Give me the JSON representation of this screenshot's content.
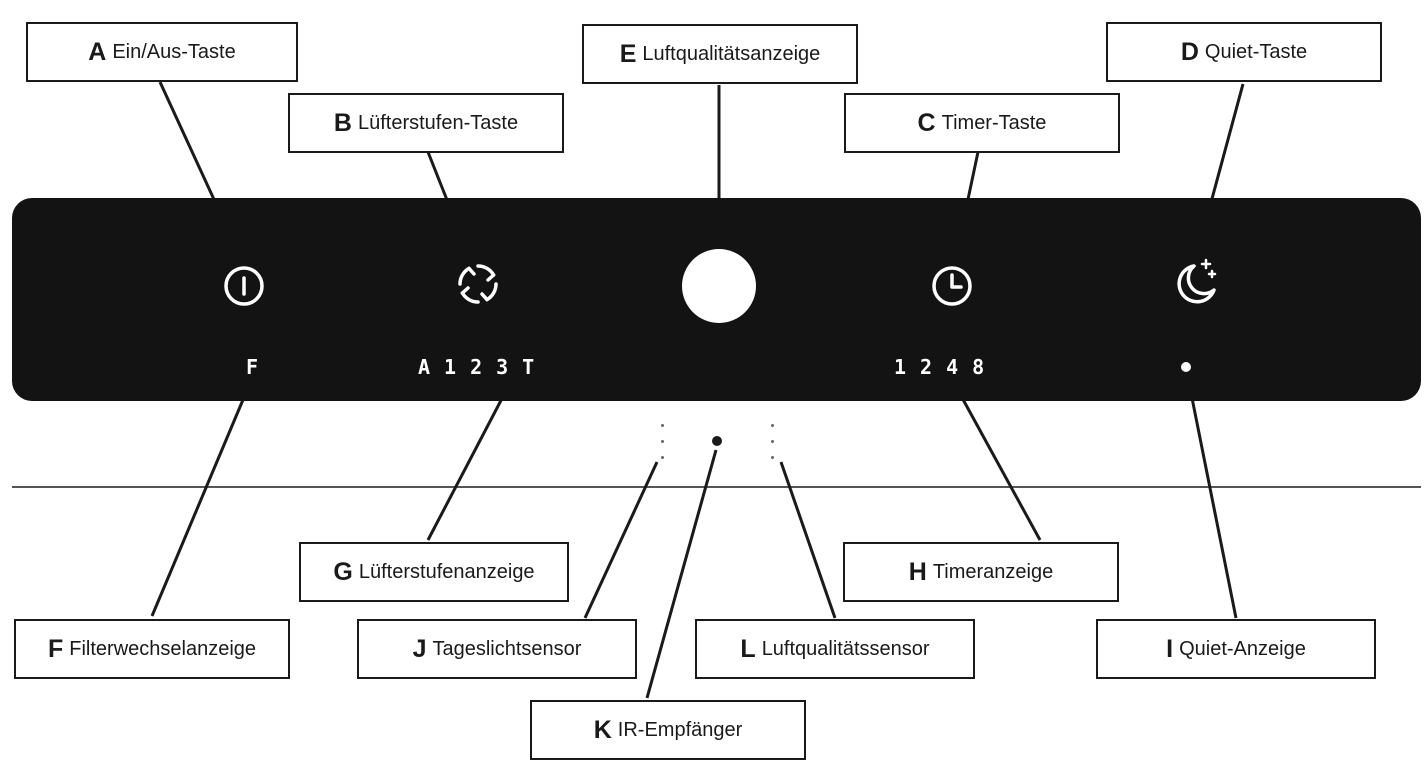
{
  "callouts": {
    "a": {
      "letter": "A",
      "text": "Ein/Aus-Taste"
    },
    "b": {
      "letter": "B",
      "text": "Lüfterstufen-Taste"
    },
    "c": {
      "letter": "C",
      "text": "Timer-Taste"
    },
    "d": {
      "letter": "D",
      "text": "Quiet-Taste"
    },
    "e": {
      "letter": "E",
      "text": "Luftqualitätsanzeige"
    },
    "f": {
      "letter": "F",
      "text": "Filterwechselanzeige"
    },
    "g": {
      "letter": "G",
      "text": "Lüfterstufenanzeige"
    },
    "h": {
      "letter": "H",
      "text": "Timeranzeige"
    },
    "i": {
      "letter": "I",
      "text": "Quiet-Anzeige"
    },
    "j": {
      "letter": "J",
      "text": "Tageslichtsensor"
    },
    "k": {
      "letter": "K",
      "text": "IR-Empfänger"
    },
    "l": {
      "letter": "L",
      "text": "Luftqualitätssensor"
    }
  },
  "panel": {
    "filter_display": "F",
    "fan_display": "A123T",
    "timer_display": "1248"
  },
  "icons": [
    "power-icon",
    "fan-icon",
    "clock-icon",
    "moon-icon"
  ],
  "colors": {
    "panel": "#131313",
    "foreground": "#ffffff",
    "line": "#1a1a1a"
  }
}
